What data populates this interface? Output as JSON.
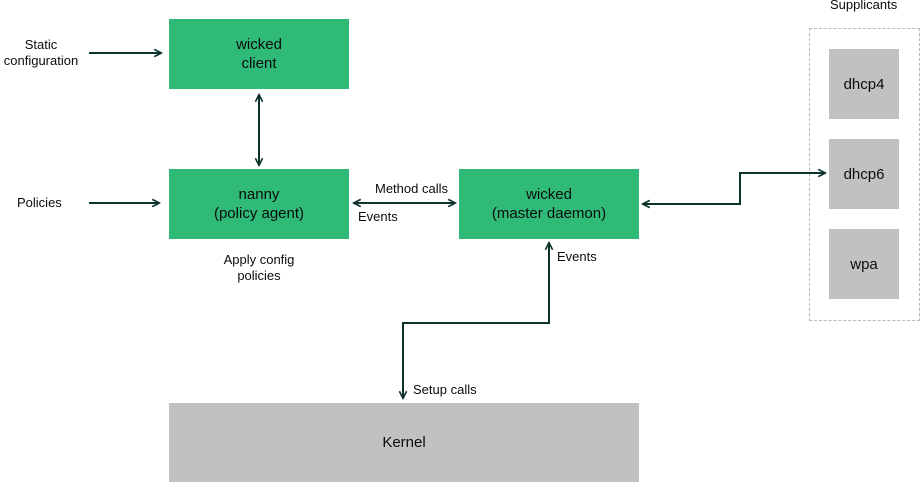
{
  "boxes": {
    "wicked_client": "wicked\nclient",
    "nanny": "nanny\n(policy agent)",
    "master_daemon": "wicked\n(master daemon)",
    "kernel": "Kernel",
    "dhcp4": "dhcp4",
    "dhcp6": "dhcp6",
    "wpa": "wpa"
  },
  "labels": {
    "static_configuration": "Static\nconfiguration",
    "policies": "Policies",
    "apply_config_policies": "Apply config\npolicies",
    "method_calls": "Method calls",
    "events_left": "Events",
    "events_right": "Events",
    "setup_calls": "Setup calls",
    "supplicants": "Supplicants"
  },
  "colors": {
    "green": "#30ba78",
    "grey": "#c0c1c2",
    "arrow": "#0c322c"
  }
}
